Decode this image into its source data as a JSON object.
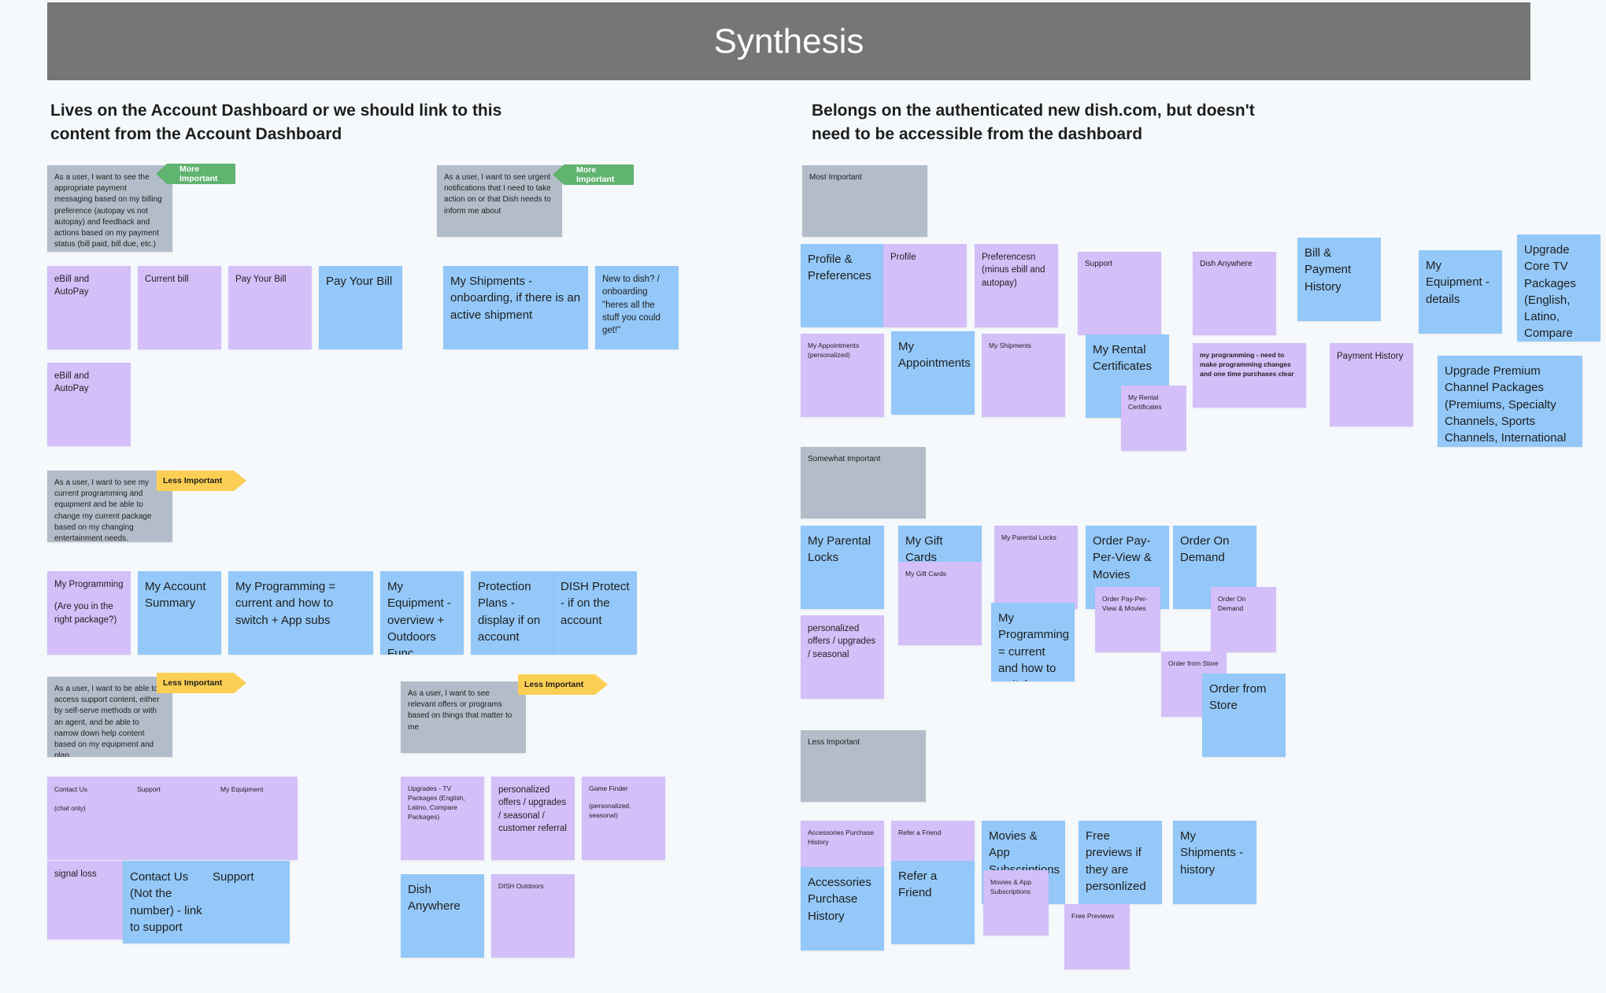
{
  "header": {
    "title": "Synthesis"
  },
  "left": {
    "title_line1": "Lives on the Account Dashboard or we should link to this",
    "title_line2": "content from the Account Dashboard",
    "story_billing": "As a user, I want to see the appropriate payment messaging based on my billing preference (autopay vs not autopay) and feedback and actions based on my payment status (bill paid, bill due, etc.)",
    "story_urgent": "As a user, I want to see urgent notifications that I need to take action on or that Dish needs to inform me about",
    "story_programming": "As a user, I want to see my current programming and equipment and be able to change my current package based on my changing entertainment needs.",
    "story_support": "As a user, I want to be able to access support content, either by self-serve methods or with an agent, and be able to narrow down help content based on my equipment and plan.",
    "story_offers": "As a user, I want to see relevant offers or programs based on things that matter to me",
    "tag_more_1": "More Important",
    "tag_more_2": "More Important",
    "tag_less_1": "Less Important",
    "tag_less_2": "Less Important",
    "tag_less_3": "Less Important",
    "ebill_1": "eBill and AutoPay",
    "current_bill": "Current bill",
    "pay_bill_small": "Pay Your Bill",
    "pay_bill": "Pay Your Bill",
    "ebill_2": "eBill and AutoPay",
    "shipments_onboarding": "My Shipments - onboarding, if there is an active shipment",
    "new_to_dish": "New to dish? / onboarding \"heres all the stuff you could get!\"",
    "my_programming_a": "My Programming",
    "my_programming_b": "(Are you in the right package?)",
    "account_summary": "My Account Summary",
    "programming_current": "My Programming = current and how to switch + App subs",
    "equipment_overview": "My Equipment - overview + Outdoors Func",
    "protection_plans": "Protection Plans - display if on account",
    "dish_protect": "DISH Protect - if on the account",
    "contact_us_a": "Contact Us",
    "contact_us_b": "(chat only)",
    "support_small": "Support",
    "my_equipment_small": "My Equipment",
    "signal_loss": "signal loss",
    "contact_us_link": "Contact Us (Not the number) - link to support",
    "support_big": "Support",
    "upgrades_tv": "Upgrades - TV Packages (English, Latino, Compare Packages)",
    "personalized_offers_l": "personalized offers / upgrades / seasonal / customer referral",
    "game_finder_a": "Game Finder",
    "game_finder_b": "(personalized, seasonal)",
    "dish_anywhere_l": "Dish Anywhere",
    "dish_outdoors": "DISH Outdoors"
  },
  "right": {
    "title_line1": "Belongs on the authenticated new dish.com, but doesn't",
    "title_line2": "need to be accessible from the dashboard",
    "most_important": "Most Important",
    "somewhat_important": "Somewhat  Important",
    "less_important": "Less  Important",
    "profile_prefs": "Profile & Preferences",
    "profile": "Profile",
    "preferences": "Preferencesn (minus ebill and autopay)",
    "support": "Support",
    "dish_anywhere": "Dish Anywhere",
    "bill_payment_history": "Bill & Payment History",
    "equipment_details": "My Equipment - details",
    "upgrade_core": "Upgrade Core TV Packages (English, Latino, Compare Packages)",
    "appointments_personalized": "My Appointments (personalized)",
    "appointments": "My Appointments",
    "shipments_small": "My Shipments",
    "rental_certificates": "My Rental Certificates",
    "rental_certificates_small": "My Rental Certificates",
    "my_programming_note": "my programming - need to make programming changes and one time purchases clear",
    "payment_history": "Payment History",
    "upgrade_premium": "Upgrade Premium Channel Packages (Premiums, Specialty Channels, Sports Channels, International Channels, Local Channels)",
    "parental_locks": "My Parental Locks",
    "gift_cards": "My Gift Cards",
    "gift_cards_small": "My Gift Cards",
    "parental_locks_small": "My Parental Locks",
    "order_ppv": "Order Pay-Per-View & Movies",
    "order_ppv_small": "Order Pay-Per-View & Movies",
    "order_on_demand": "Order On Demand",
    "order_on_demand_small": "Order On Demand",
    "personalized_offers": "personalized offers / upgrades / seasonal",
    "programming_switch": "My Programming = current and how to switch",
    "order_store_small": "Order from Store",
    "order_store": "Order from Store",
    "accessories_small": "Accessories Purchase History",
    "accessories": "Accessories Purchase History",
    "refer_small": "Refer a Friend",
    "refer": "Refer a Friend",
    "movies_app": "Movies & App Subscriptions",
    "movies_app_small": "Movies & App Subscriptions",
    "free_previews": "Free previews if they are personlized",
    "free_previews_small": "Free Previews",
    "shipments_history": "My Shipments - history"
  },
  "colors": {
    "header_bg": "#767676",
    "purple_note": "#d4bff9",
    "blue_note": "#94c8f8",
    "gray_note": "#b3bdc9",
    "green_tag": "#61b370",
    "yellow_tag": "#fbcf53"
  }
}
